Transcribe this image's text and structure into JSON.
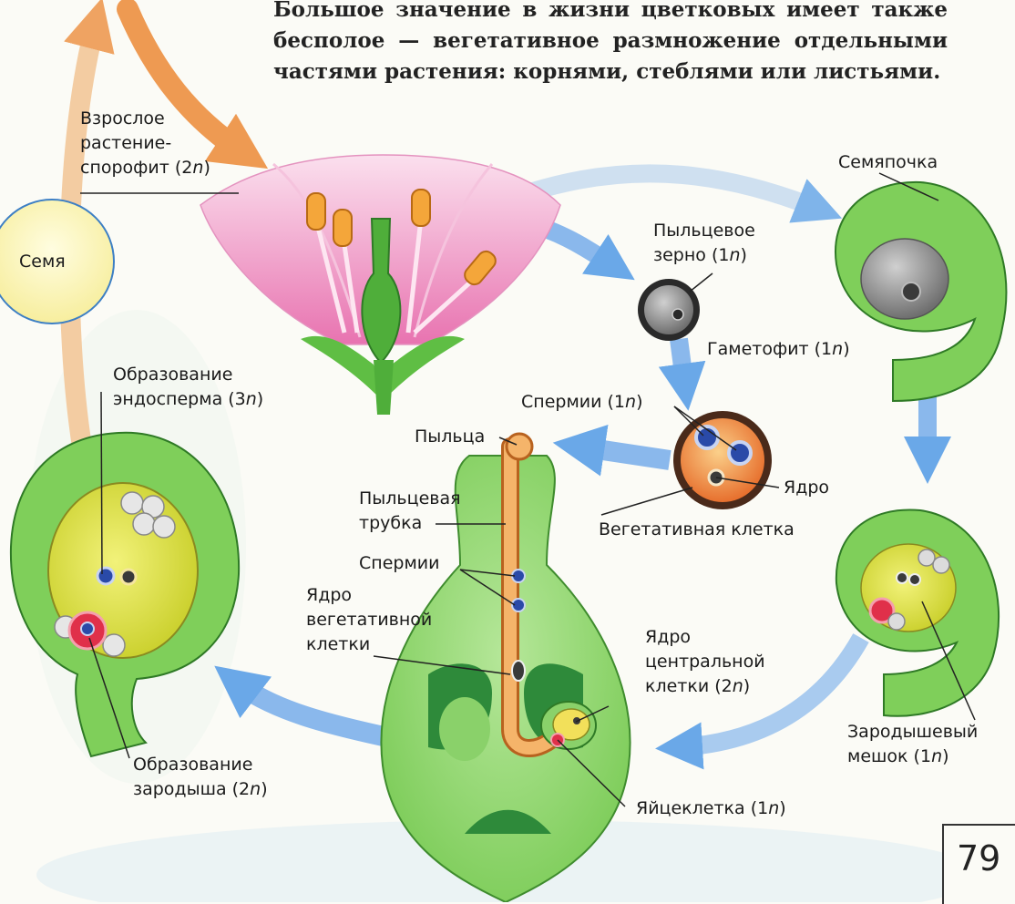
{
  "text": {
    "intro": "Большое значение в жизни цветковых имеет также бесполое — вегетативное размножение отдельными частями растения: корнями, стеблями или листьями.",
    "page_number": "79"
  },
  "labels": {
    "adult_1": "Взрослое",
    "adult_2": "растение-",
    "adult_3a": "спорофит (2",
    "n": "n",
    "close": ")",
    "seed": "Семя",
    "ovule": "Семяпочка",
    "pollen_grain_1": "Пыльцевое",
    "pollen_grain_2a": "зерно (1",
    "gametophyte_a": "Гаметофит (1",
    "sperms_top_a": "Спермии (1",
    "pollen": "Пыльца",
    "nucleus": "Ядро",
    "vegetative_cell": "Вегетативная клетка",
    "pollen_tube_1": "Пыльцевая",
    "pollen_tube_2": "трубка",
    "sperms_mid": "Спермии",
    "veg_nucleus_1": "Ядро",
    "veg_nucleus_2": "вегетативной",
    "veg_nucleus_3": "клетки",
    "central_1": "Ядро",
    "central_2": "центральной",
    "central_3a": "клетки (2",
    "embryo_sac_1": "Зародышевый",
    "embryo_sac_2a": "мешок (1",
    "egg_a": "Яйцеклетка (1",
    "endosperm_1": "Образование",
    "endosperm_2a": "эндосперма (3",
    "embryo_1": "Образование",
    "embryo_2a": "зародыша (2"
  },
  "colors": {
    "green": "#6cc04a",
    "dark_green": "#2f8a32",
    "pink": "#f3a3c8",
    "yellow": "#e8e84a",
    "orange_arrow": "#f0a060",
    "blue_arrow": "#6aa8e8",
    "sperm_blue": "#2a4aa8",
    "egg_red": "#e0304a"
  }
}
